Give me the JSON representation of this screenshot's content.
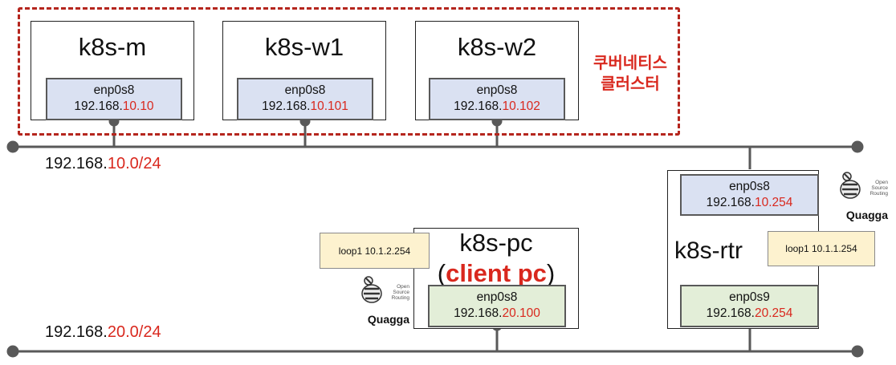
{
  "cluster": {
    "label_line1": "쿠버네티스",
    "label_line2": "클러스터",
    "border_color": "#b5261e"
  },
  "hosts": {
    "k8s_m": {
      "title": "k8s-m",
      "iface": {
        "name": "enp0s8",
        "ip_prefix": "192.168.",
        "ip_suffix": "10.10"
      }
    },
    "k8s_w1": {
      "title": "k8s-w1",
      "iface": {
        "name": "enp0s8",
        "ip_prefix": "192.168.",
        "ip_suffix": "10.101"
      }
    },
    "k8s_w2": {
      "title": "k8s-w2",
      "iface": {
        "name": "enp0s8",
        "ip_prefix": "192.168.",
        "ip_suffix": "10.102"
      }
    },
    "k8s_pc": {
      "title": "k8s-pc",
      "subtitle_open": "(",
      "subtitle_red": "client pc",
      "subtitle_close": ")",
      "iface": {
        "name": "enp0s8",
        "ip_prefix": "192.168.",
        "ip_suffix": "20.100"
      },
      "loopback": "loop1 10.1.2.254"
    },
    "k8s_rtr": {
      "title": "k8s-rtr",
      "iface_top": {
        "name": "enp0s8",
        "ip_prefix": "192.168.",
        "ip_suffix": "10.254"
      },
      "iface_bottom": {
        "name": "enp0s9",
        "ip_prefix": "192.168.",
        "ip_suffix": "20.254"
      },
      "loopback": "loop1 10.1.1.254"
    }
  },
  "networks": {
    "net10": {
      "prefix": "192.168.",
      "suffix": "10.0/24"
    },
    "net20": {
      "prefix": "192.168.",
      "suffix": "20.0/24"
    }
  },
  "logo": {
    "word": "Quagga",
    "sub1": "Open",
    "sub2": "Source",
    "sub3": "Routing"
  },
  "colors": {
    "accent_red": "#d9281e",
    "iface_blue": "#dae1f2",
    "iface_green": "#e3eed8",
    "loopback_yellow": "#fdf2cf",
    "line_gray": "#595959"
  }
}
